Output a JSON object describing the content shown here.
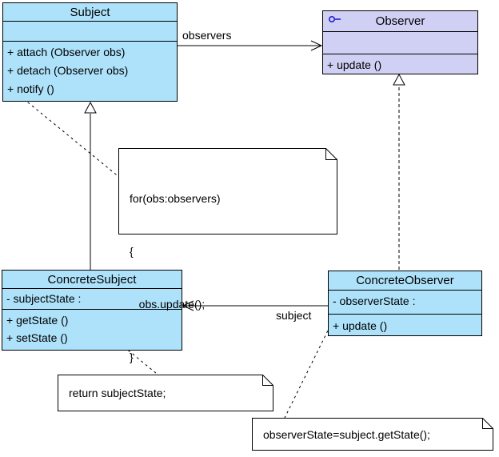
{
  "diagram": {
    "kind": "uml-class-diagram",
    "subject_matter": "Observer design pattern"
  },
  "colors": {
    "class_fill": "#aee2fb",
    "interface_fill": "#d0d0f4",
    "border": "#000000",
    "note_fill": "#ffffff",
    "icon_blue": "#2020cc"
  },
  "classes": {
    "subject": {
      "name": "Subject",
      "attributes": [],
      "methods": [
        "+ attach (Observer obs)",
        "+ detach (Observer obs)",
        "+ notify ()"
      ]
    },
    "observer": {
      "name": "Observer",
      "stereotype_icon": "interface-lollipop-icon",
      "attributes": [],
      "methods": [
        "+ update ()"
      ]
    },
    "concrete_subject": {
      "name": "ConcreteSubject",
      "attributes": [
        "- subjectState :"
      ],
      "methods": [
        "+ getState ()",
        "+ setState ()"
      ]
    },
    "concrete_observer": {
      "name": "ConcreteObserver",
      "attributes": [
        "- observerState :"
      ],
      "methods": [
        "+ update ()"
      ]
    }
  },
  "notes": {
    "update_loop": {
      "lines": [
        "for(obs:observers)",
        "{",
        "   obs.update();",
        "}"
      ]
    },
    "get_state": {
      "text": "return subjectState;"
    },
    "observer_update": {
      "text": "observerState=subject.getState();"
    }
  },
  "labels": {
    "observers": "observers",
    "subject": "subject"
  },
  "connectors": [
    {
      "type": "association-arrow",
      "from": "Subject",
      "to": "Observer",
      "label": "observers"
    },
    {
      "type": "association-arrow",
      "from": "ConcreteObserver",
      "to": "ConcreteSubject",
      "label": "subject"
    },
    {
      "type": "generalization",
      "from": "ConcreteSubject",
      "to": "Subject"
    },
    {
      "type": "realization-dashed",
      "from": "ConcreteObserver",
      "to": "Observer"
    },
    {
      "type": "note-anchor",
      "from": "update_loop_note",
      "to": "Subject.notify"
    },
    {
      "type": "note-anchor",
      "from": "get_state_note",
      "to": "ConcreteSubject.getState"
    },
    {
      "type": "note-anchor",
      "from": "observer_update_note",
      "to": "ConcreteObserver.update"
    }
  ]
}
